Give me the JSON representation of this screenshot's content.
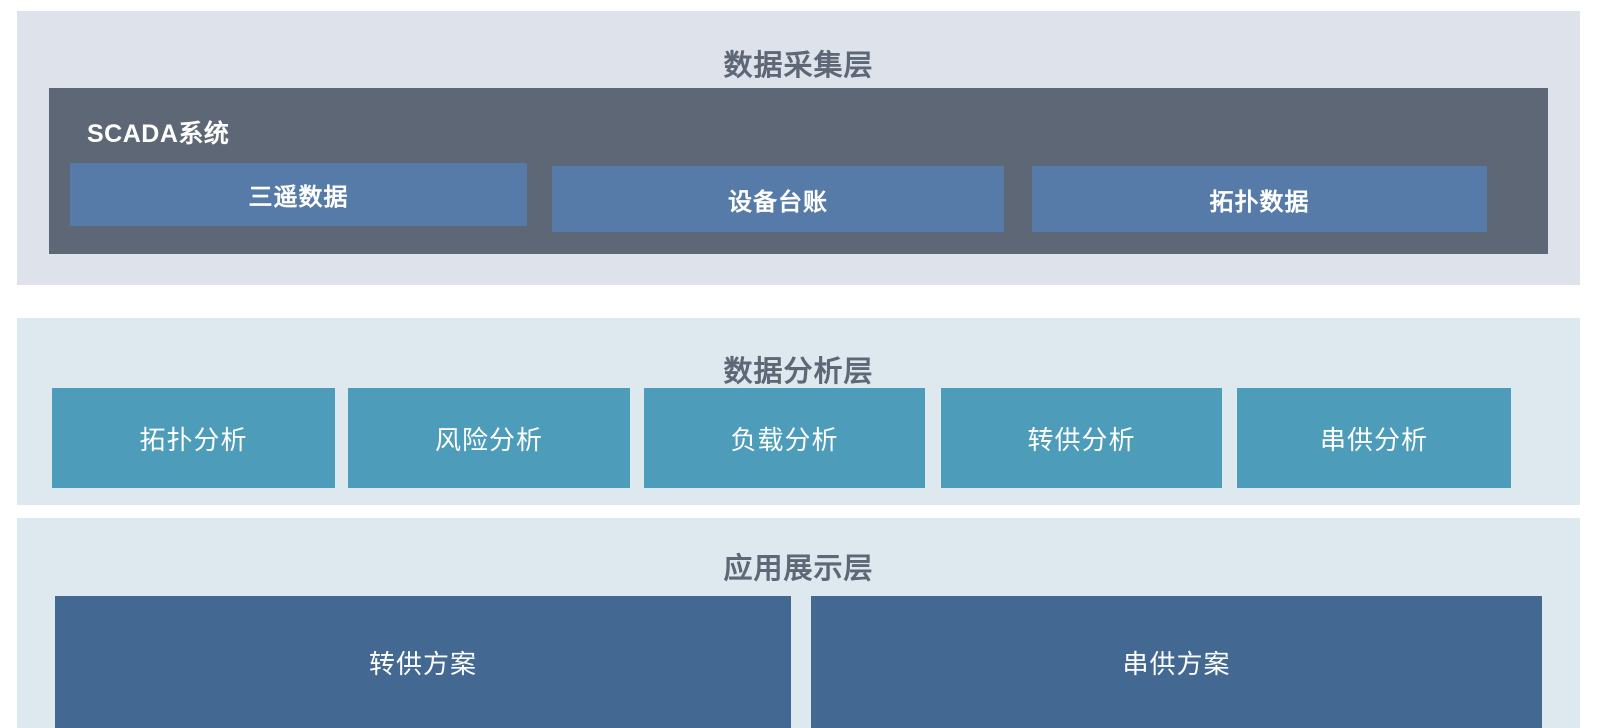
{
  "diagram": {
    "title_color": "#5d6775",
    "layers": [
      {
        "id": "data-acquisition",
        "title": "数据采集层",
        "panel_color": "#dee2eb",
        "group": {
          "label": "SCADA系统",
          "color": "#5d6775",
          "items": [
            {
              "label": "三遥数据",
              "color": "#577ba8"
            },
            {
              "label": "设备台账",
              "color": "#577ba8"
            },
            {
              "label": "拓扑数据",
              "color": "#577ba8"
            }
          ]
        }
      },
      {
        "id": "data-analysis",
        "title": "数据分析层",
        "panel_color": "#dde8ef",
        "items": [
          {
            "label": "拓扑分析",
            "color": "#4d9cba"
          },
          {
            "label": "风险分析",
            "color": "#4d9cba"
          },
          {
            "label": "负载分析",
            "color": "#4d9cba"
          },
          {
            "label": "转供分析",
            "color": "#4d9cba"
          },
          {
            "label": "串供分析",
            "color": "#4d9cba"
          }
        ]
      },
      {
        "id": "application-display",
        "title": "应用展示层",
        "panel_color": "#dde8ef",
        "items": [
          {
            "label": "转供方案",
            "color": "#436892"
          },
          {
            "label": "串供方案",
            "color": "#436892"
          }
        ]
      }
    ]
  }
}
